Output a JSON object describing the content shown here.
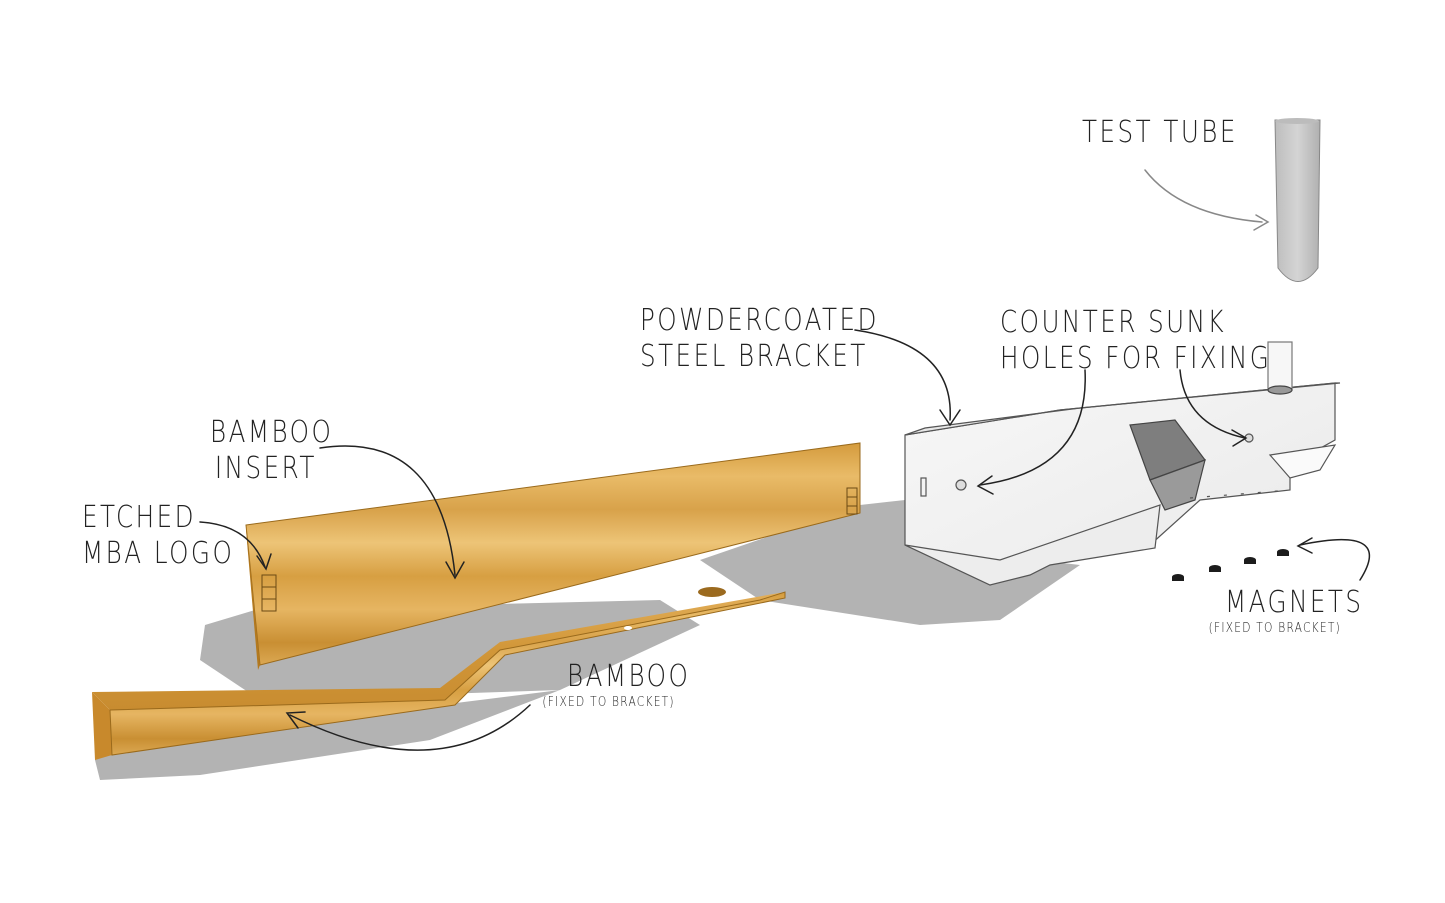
{
  "labels": {
    "test_tube": "TEST TUBE",
    "bracket_line1": "POWDERCOATED",
    "bracket_line2": "STEEL BRACKET",
    "holes_line1": "COUNTER SUNK",
    "holes_line2": "HOLES FOR FIXING",
    "insert_line1": "BAMBOO",
    "insert_line2": "INSERT",
    "logo_line1": "ETCHED",
    "logo_line2": "MBA LOGO",
    "magnets": "MAGNETS",
    "magnets_note": "(FIXED TO BRACKET)",
    "bamboo": "BAMBOO",
    "bamboo_note": "(FIXED TO BRACKET)"
  },
  "colors": {
    "bamboo_light": "#e8b863",
    "bamboo_mid": "#d7a043",
    "bamboo_dark": "#b87f24",
    "shadow": "#b3b3b3",
    "steel": "#f4f4f4",
    "tube": "#c9c9c9",
    "ink": "#222222"
  }
}
